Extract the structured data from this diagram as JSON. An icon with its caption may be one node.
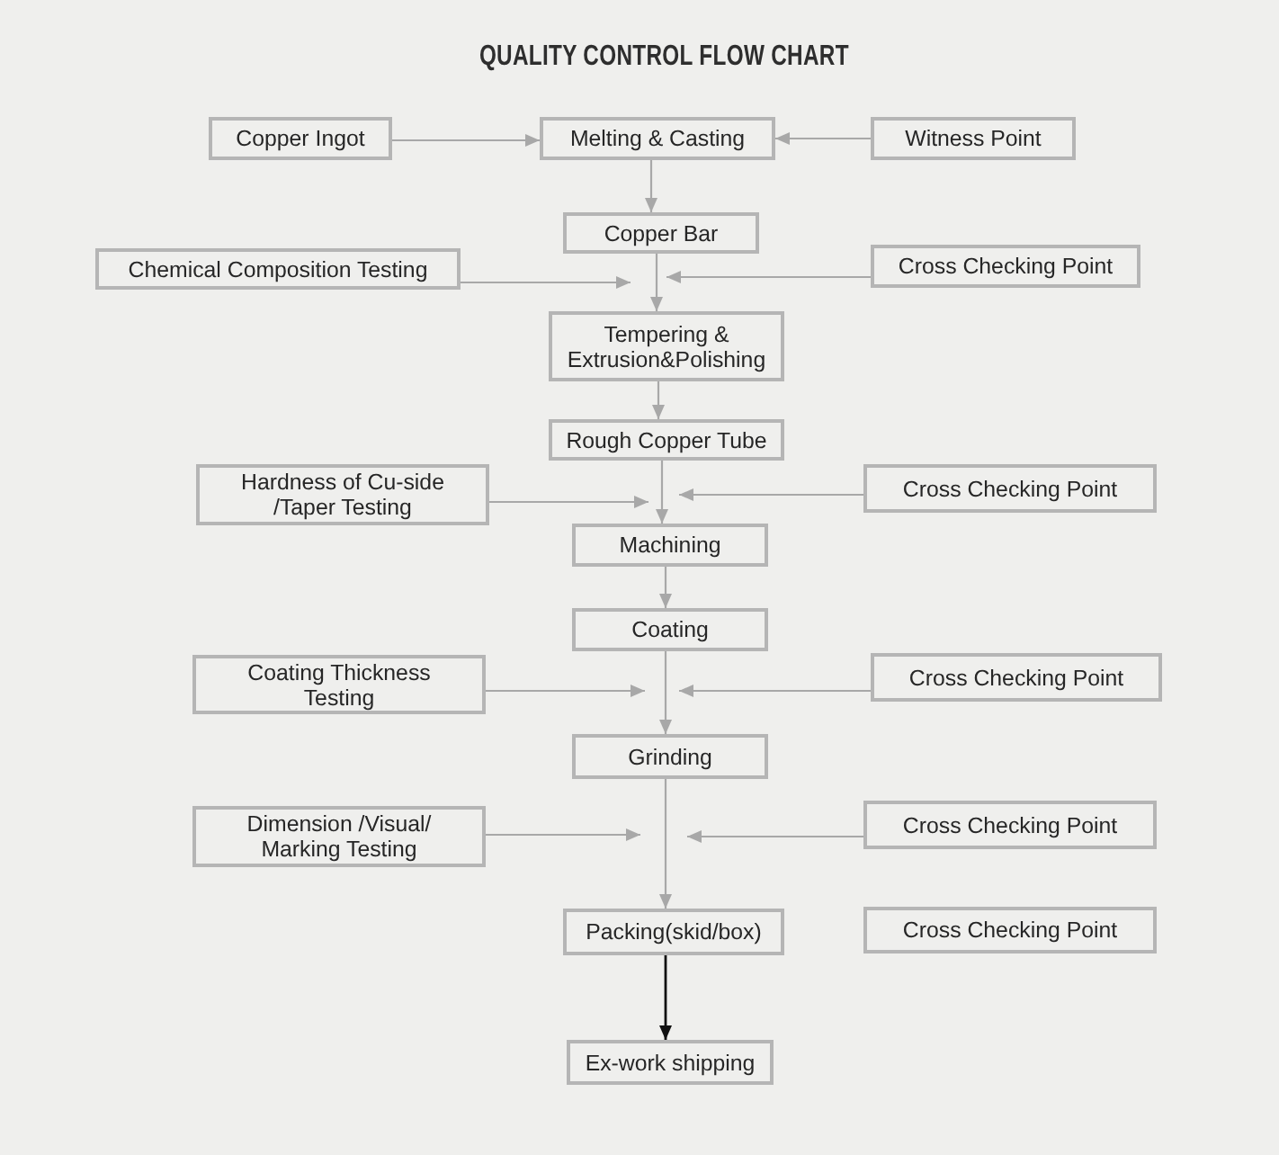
{
  "diagram": {
    "title": "QUALITY CONTROL FLOW CHART",
    "nodes": [
      {
        "text": [
          "Copper Ingot"
        ]
      },
      {
        "text": [
          "Melting & Casting"
        ]
      },
      {
        "text": [
          "Witness Point"
        ]
      },
      {
        "text": [
          "Copper Bar"
        ]
      },
      {
        "text": [
          "Chemical Composition Testing"
        ]
      },
      {
        "text": [
          "Cross Checking Point"
        ]
      },
      {
        "text": [
          "Tempering & Extrusion&Polishing"
        ]
      },
      {
        "text": [
          "Rough Copper Tube"
        ]
      },
      {
        "text": [
          "Hardness of Cu-side /Taper Testing"
        ]
      },
      {
        "text": [
          "Cross Checking Point"
        ]
      },
      {
        "text": [
          "Machining"
        ]
      },
      {
        "text": [
          "Coating"
        ]
      },
      {
        "text": [
          "Coating Thickness Testing"
        ]
      },
      {
        "text": [
          "Cross Checking Point"
        ]
      },
      {
        "text": [
          "Grinding"
        ]
      },
      {
        "text": [
          "Dimension /Visual/ Marking Testing"
        ]
      },
      {
        "text": [
          "Cross Checking Point"
        ]
      },
      {
        "text": [
          "Packing(skid/box)"
        ]
      },
      {
        "text": [
          "Cross Checking Point"
        ]
      },
      {
        "text": [
          "Ex-work shipping"
        ]
      }
    ],
    "edges": [
      {
        "from": 0,
        "to": 1,
        "arrow": "to"
      },
      {
        "from": 2,
        "to": 1,
        "arrow": "to"
      },
      {
        "from": 1,
        "to": 3,
        "arrow": "to"
      },
      {
        "from": 3,
        "to": 6,
        "arrow": "to"
      },
      {
        "from": 4,
        "to": 3,
        "arrow": "to"
      },
      {
        "from": 5,
        "to": 3,
        "arrow": "to"
      },
      {
        "from": 6,
        "to": 7,
        "arrow": "to"
      },
      {
        "from": 7,
        "to": 10,
        "arrow": "to"
      },
      {
        "from": 8,
        "to": 10,
        "arrow": "to"
      },
      {
        "from": 9,
        "to": 10,
        "arrow": "to"
      },
      {
        "from": 10,
        "to": 11,
        "arrow": "to"
      },
      {
        "from": 11,
        "to": 14,
        "arrow": "to"
      },
      {
        "from": 12,
        "to": 11,
        "arrow": "to"
      },
      {
        "from": 13,
        "to": 11,
        "arrow": "to"
      },
      {
        "from": 14,
        "to": 17,
        "arrow": "to"
      },
      {
        "from": 15,
        "to": null,
        "arrow": "to"
      },
      {
        "from": 16,
        "to": null,
        "arrow": "to"
      },
      {
        "from": 17,
        "to": 19,
        "arrow": "to",
        "color": "#111111"
      }
    ]
  }
}
